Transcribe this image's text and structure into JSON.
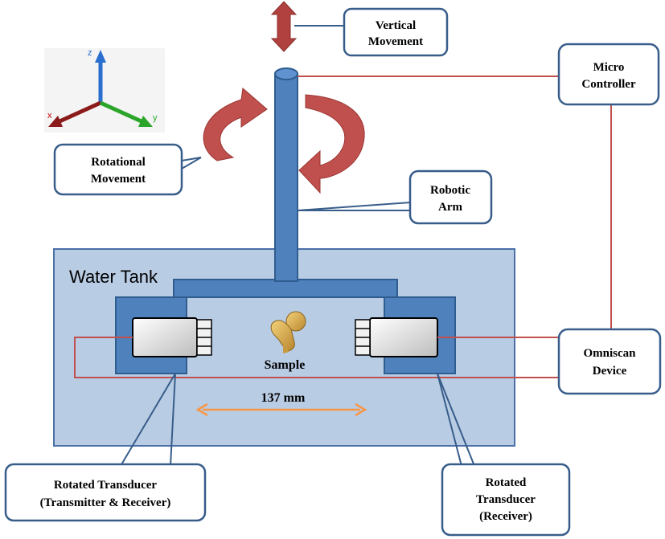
{
  "labels": {
    "vertical_movement": [
      "Vertical",
      "Movement"
    ],
    "micro_controller": [
      "Micro",
      "Controller"
    ],
    "rotational_movement": [
      "Rotational",
      "Movement"
    ],
    "robotic_arm": [
      "Robotic",
      "Arm"
    ],
    "omniscan_device": [
      "Omniscan",
      "Device"
    ],
    "rotated_transducer_left": [
      "Rotated Transducer",
      "(Transmitter & Receiver)"
    ],
    "rotated_transducer_right": [
      "Rotated",
      "Transducer",
      "(Receiver)"
    ],
    "water_tank": "Water Tank",
    "sample": "Sample",
    "distance": "137 mm"
  },
  "axes": {
    "x": "x",
    "y": "y",
    "z": "z"
  },
  "colors": {
    "tank_fill": "#b8cce4",
    "tank_stroke": "#4a70a8",
    "arm_blue": "#4f81bd",
    "arm_stroke": "#2f5d8f",
    "arrow_red": "#c0504d",
    "wire_red": "#c0504d",
    "distance_orange": "#f79646",
    "callout_stroke": "#385d8a"
  }
}
